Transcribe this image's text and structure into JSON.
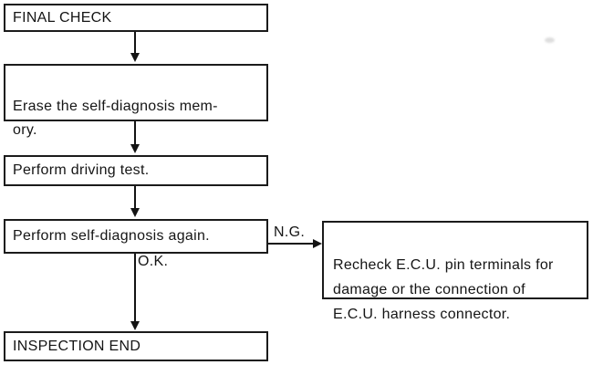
{
  "flowchart": {
    "nodes": {
      "final_check": {
        "label": "FINAL CHECK"
      },
      "erase_memory": {
        "label": "Erase the self-diagnosis mem-\nory."
      },
      "driving_test": {
        "label": "Perform driving test."
      },
      "self_diagnosis_again": {
        "label": "Perform self-diagnosis again."
      },
      "inspection_end": {
        "label": "INSPECTION END"
      },
      "recheck_ecu": {
        "label": "Recheck E.C.U. pin terminals for\ndamage or the connection of\nE.C.U. harness connector."
      }
    },
    "edge_labels": {
      "ng": "N.G.",
      "ok": "O.K."
    },
    "edges": [
      {
        "from": "final_check",
        "to": "erase_memory",
        "label": ""
      },
      {
        "from": "erase_memory",
        "to": "driving_test",
        "label": ""
      },
      {
        "from": "driving_test",
        "to": "self_diagnosis_again",
        "label": ""
      },
      {
        "from": "self_diagnosis_again",
        "to": "recheck_ecu",
        "label": "N.G."
      },
      {
        "from": "self_diagnosis_again",
        "to": "inspection_end",
        "label": "O.K."
      }
    ],
    "colors": {
      "line": "#141414",
      "border": "#1b1b1b",
      "text": "#151515",
      "background": "#ffffff"
    }
  }
}
